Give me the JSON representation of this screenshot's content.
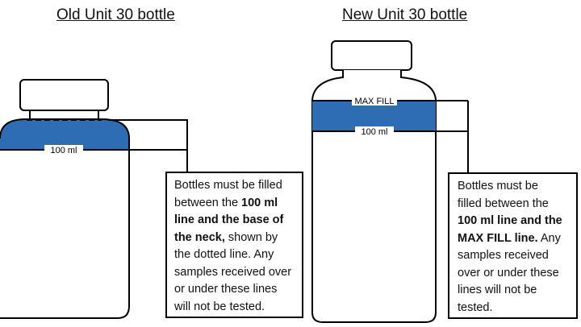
{
  "old_bottle": {
    "title": "Old Unit 30 bottle",
    "fill_label": "100 ml",
    "note_lines": [
      [
        {
          "t": "Bottles must be filled",
          "b": false
        }
      ],
      [
        {
          "t": "between the ",
          "b": false
        },
        {
          "t": "100 ml",
          "b": true
        }
      ],
      [
        {
          "t": "line and the base of",
          "b": true
        }
      ],
      [
        {
          "t": "the neck,",
          "b": true
        },
        {
          "t": " shown by",
          "b": false
        }
      ],
      [
        {
          "t": "the dotted line. Any",
          "b": false
        }
      ],
      [
        {
          "t": "samples received over",
          "b": false
        }
      ],
      [
        {
          "t": "or under these lines",
          "b": false
        }
      ],
      [
        {
          "t": "will not be tested.",
          "b": false
        }
      ]
    ]
  },
  "new_bottle": {
    "title": "New Unit 30 bottle",
    "max_label": "MAX FILL",
    "fill_label": "100 ml",
    "note_lines": [
      [
        {
          "t": "Bottles must be",
          "b": false
        }
      ],
      [
        {
          "t": "filled between the",
          "b": false
        }
      ],
      [
        {
          "t": "100 ml line and the",
          "b": true
        }
      ],
      [
        {
          "t": "MAX FILL line.",
          "b": true
        },
        {
          "t": " Any",
          "b": false
        }
      ],
      [
        {
          "t": "samples received",
          "b": false
        }
      ],
      [
        {
          "t": "over or under these",
          "b": false
        }
      ],
      [
        {
          "t": "lines will not be",
          "b": false
        }
      ],
      [
        {
          "t": "tested.",
          "b": false
        }
      ]
    ]
  },
  "colors": {
    "liquid": "#2E6DB4",
    "outline": "#000000"
  }
}
